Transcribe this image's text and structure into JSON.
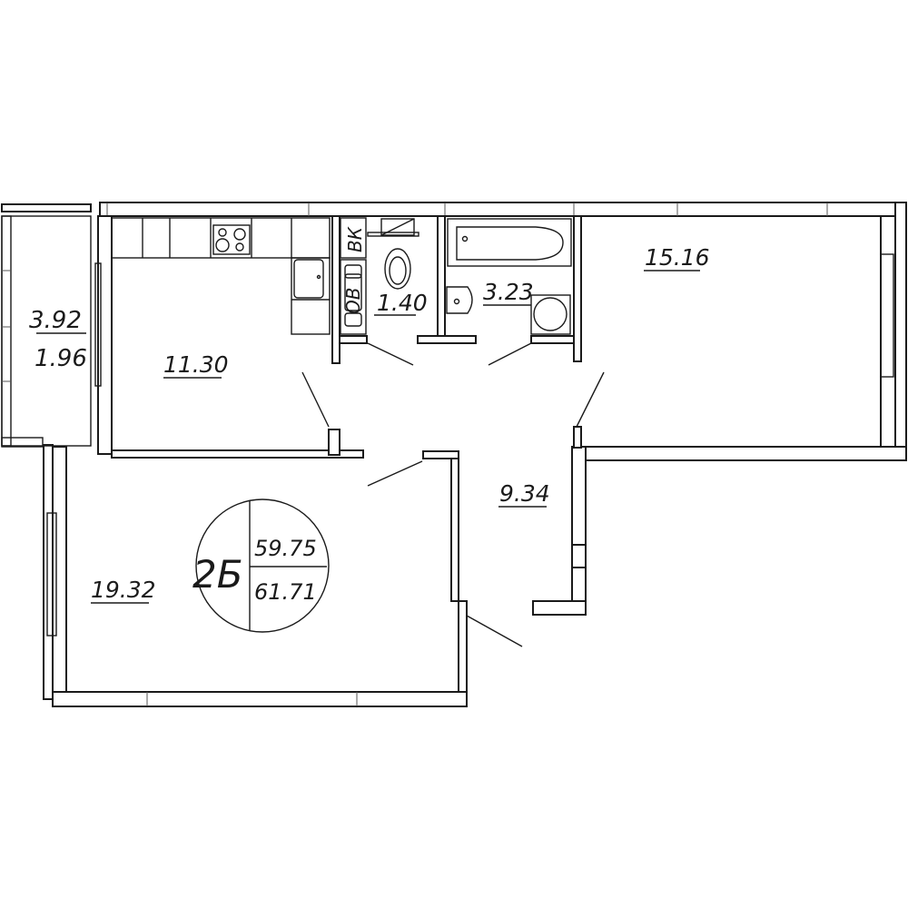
{
  "plan": {
    "apartment_type": "2Б",
    "living_area": "59.75",
    "total_area": "61.71",
    "colors": {
      "line": "#1a1a1a",
      "background": "#ffffff"
    }
  },
  "rooms": {
    "balcony": {
      "area": "3.92",
      "reduced_area": "1.96"
    },
    "kitchen": {
      "area": "11.30"
    },
    "wc": {
      "area": "1.40"
    },
    "bathroom": {
      "area": "3.23"
    },
    "bedroom": {
      "area": "15.16"
    },
    "hallway": {
      "area": "9.34"
    },
    "living_room": {
      "area": "19.32"
    }
  },
  "fixtures": {
    "water_meter_label": "ВК",
    "boiler_label": "ОВ"
  }
}
